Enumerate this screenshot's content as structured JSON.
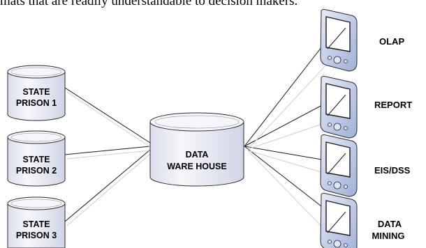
{
  "intro_text": "mats that are readily understandable to decision makers.",
  "sources": [
    {
      "line1": "STATE",
      "line2": "PRISON 1"
    },
    {
      "line1": "STATE",
      "line2": "PRISON 2"
    },
    {
      "line1": "STATE",
      "line2": "PRISON 3"
    }
  ],
  "warehouse": {
    "line1": "DATA",
    "line2": "WARE HOUSE"
  },
  "outputs": [
    {
      "label": "OLAP"
    },
    {
      "label": "REPORT"
    },
    {
      "label": "EIS/DSS"
    },
    {
      "line1": "DATA",
      "line2": "MINING"
    }
  ],
  "colors": {
    "cylinder_fill": "#eef1f8",
    "cylinder_stroke": "#2b2b2b",
    "device_body": "#c9d3ea",
    "device_screen": "#ffffff",
    "connector": "#1a1a1a"
  }
}
